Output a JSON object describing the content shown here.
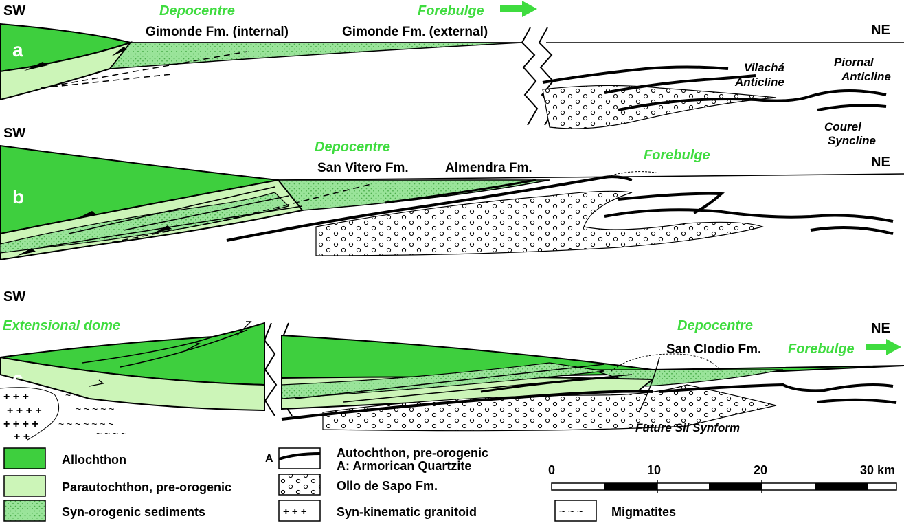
{
  "colors": {
    "allochthon": "#3ecf3e",
    "parautochthon": "#ccf5b8",
    "synorogenic": "#8ee08e",
    "accent_green": "#3fdc3f"
  },
  "panel_a": {
    "letter": "a",
    "sw": "SW",
    "ne": "NE",
    "depocentre": "Depocentre",
    "forebulge": "Forebulge",
    "fm_internal": "Gimonde Fm. (internal)",
    "fm_external": "Gimonde Fm. (external)",
    "vilacha_1": "Vilachá",
    "vilacha_2": "Anticline",
    "piornal_1": "Piornal",
    "piornal_2": "Anticline",
    "courel_1": "Courel",
    "courel_2": "Syncline"
  },
  "panel_b": {
    "letter": "b",
    "sw": "SW",
    "ne": "NE",
    "depocentre": "Depocentre",
    "forebulge": "Forebulge",
    "fm_san_vitero": "San Vitero Fm.",
    "fm_almendra": "Almendra Fm."
  },
  "panel_c": {
    "letter": "c",
    "sw": "SW",
    "ne": "NE",
    "extensional_dome": "Extensional dome",
    "depocentre": "Depocentre",
    "fm_san_clodio": "San Clodio Fm.",
    "forebulge": "Forebulge",
    "future_sil": "Future Sil Synform"
  },
  "legend": {
    "allochthon": "Allochthon",
    "parautochthon": "Parautochthon, pre-orogenic",
    "synorogenic": "Syn-orogenic sediments",
    "autochthon_1": "Autochthon, pre-orogenic",
    "autochthon_2": "A: Armorican Quartzite",
    "autochthon_letter": "A",
    "ollo": "Ollo de Sapo Fm.",
    "granitoid": "Syn-kinematic granitoid",
    "migmatites": "Migmatites"
  },
  "scale": {
    "t0": "0",
    "t10": "10",
    "t20": "20",
    "t30": "30 km"
  }
}
